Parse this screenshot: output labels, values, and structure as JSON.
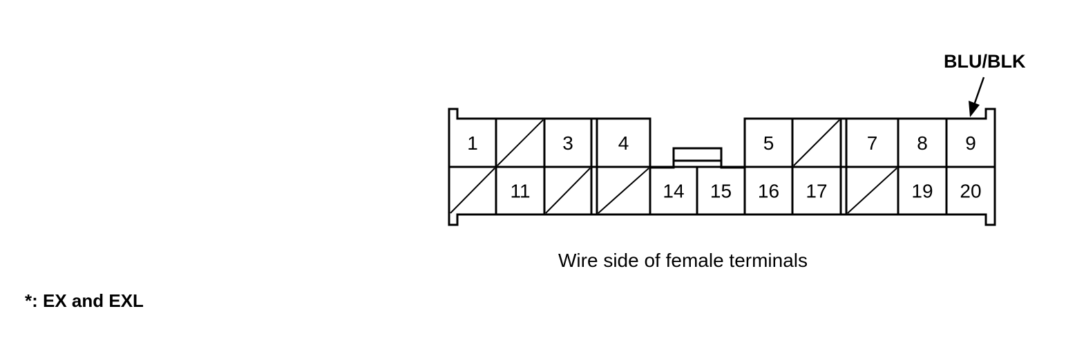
{
  "wire_label": "BLU/BLK",
  "caption": "Wire side of female terminals",
  "footnote": "*: EX and EXL",
  "connector": {
    "top_row": [
      {
        "label": "1",
        "empty": false
      },
      {
        "label": "",
        "empty": true
      },
      {
        "label": "3",
        "empty": false
      },
      {
        "label": "4",
        "empty": false
      },
      {
        "label": "5",
        "empty": false
      },
      {
        "label": "",
        "empty": true
      },
      {
        "label": "7",
        "empty": false
      },
      {
        "label": "8",
        "empty": false
      },
      {
        "label": "9",
        "empty": false
      }
    ],
    "bottom_row": [
      {
        "label": "",
        "empty": true
      },
      {
        "label": "11",
        "empty": false
      },
      {
        "label": "",
        "empty": true
      },
      {
        "label": "",
        "empty": true
      },
      {
        "label": "14",
        "empty": false
      },
      {
        "label": "15",
        "empty": false
      },
      {
        "label": "16",
        "empty": false
      },
      {
        "label": "17",
        "empty": false
      },
      {
        "label": "",
        "empty": true
      },
      {
        "label": "19",
        "empty": false
      },
      {
        "label": "20",
        "empty": false
      }
    ]
  }
}
